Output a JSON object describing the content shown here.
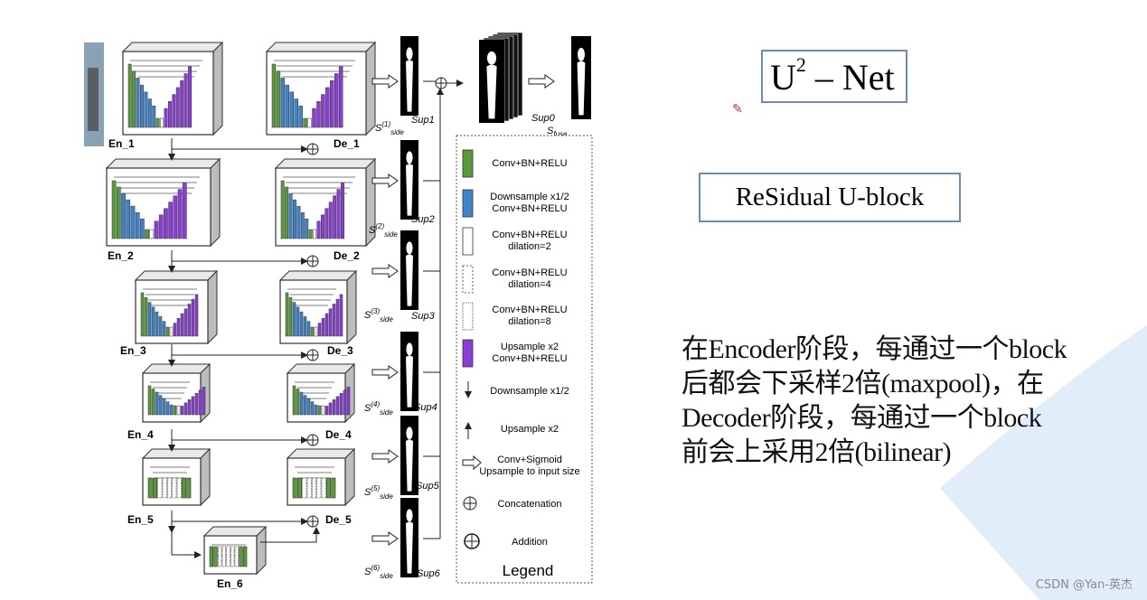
{
  "diagram": {
    "encoders": [
      "En_1",
      "En_2",
      "En_3",
      "En_4",
      "En_5",
      "En_6"
    ],
    "decoders": [
      "De_1",
      "De_2",
      "De_3",
      "De_4",
      "De_5"
    ],
    "sups": [
      "Sup1",
      "Sup2",
      "Sup3",
      "Sup4",
      "Sup5",
      "Sup6"
    ],
    "sides": [
      "(1)",
      "(2)",
      "(3)",
      "(4)",
      "(5)",
      "(6)"
    ],
    "side_letter": "S",
    "side_sub": "side",
    "sup0": "Sup0",
    "sfuse_letter": "S",
    "sfuse_sub": "fuse",
    "legend": {
      "title": "Legend",
      "items": [
        {
          "lines": [
            "Conv+BN+RELU"
          ]
        },
        {
          "lines": [
            "Downsample x1/2",
            "Conv+BN+RELU"
          ]
        },
        {
          "lines": [
            "Conv+BN+RELU",
            "dilation=2"
          ]
        },
        {
          "lines": [
            "Conv+BN+RELU",
            "dilation=4"
          ]
        },
        {
          "lines": [
            "Conv+BN+RELU",
            "dilation=8"
          ]
        },
        {
          "lines": [
            "Upsample x2",
            "Conv+BN+RELU"
          ]
        },
        {
          "lines": [
            "Downsample x1/2"
          ]
        },
        {
          "lines": [
            "Upsample x2"
          ]
        },
        {
          "lines": [
            "Conv+Sigmoid",
            "Upsample to input size"
          ]
        },
        {
          "lines": [
            "Concatenation"
          ]
        },
        {
          "lines": [
            "Addition"
          ]
        }
      ]
    },
    "colors": {
      "conv": "#5a9a3c",
      "down": "#3f84c9",
      "up": "#8a3ed6",
      "frame": "#333333"
    }
  },
  "title": {
    "main": "U",
    "sup": "2",
    "rest": " – Net"
  },
  "rsu_label": "ReSidual U-block",
  "description": [
    "在Encoder阶段，每通过一个block",
    "后都会下采样2倍(maxpool)，在",
    "Decoder阶段，每通过一个block",
    "前会上采用2倍(bilinear)"
  ],
  "watermark": "CSDN @Yan-英杰"
}
